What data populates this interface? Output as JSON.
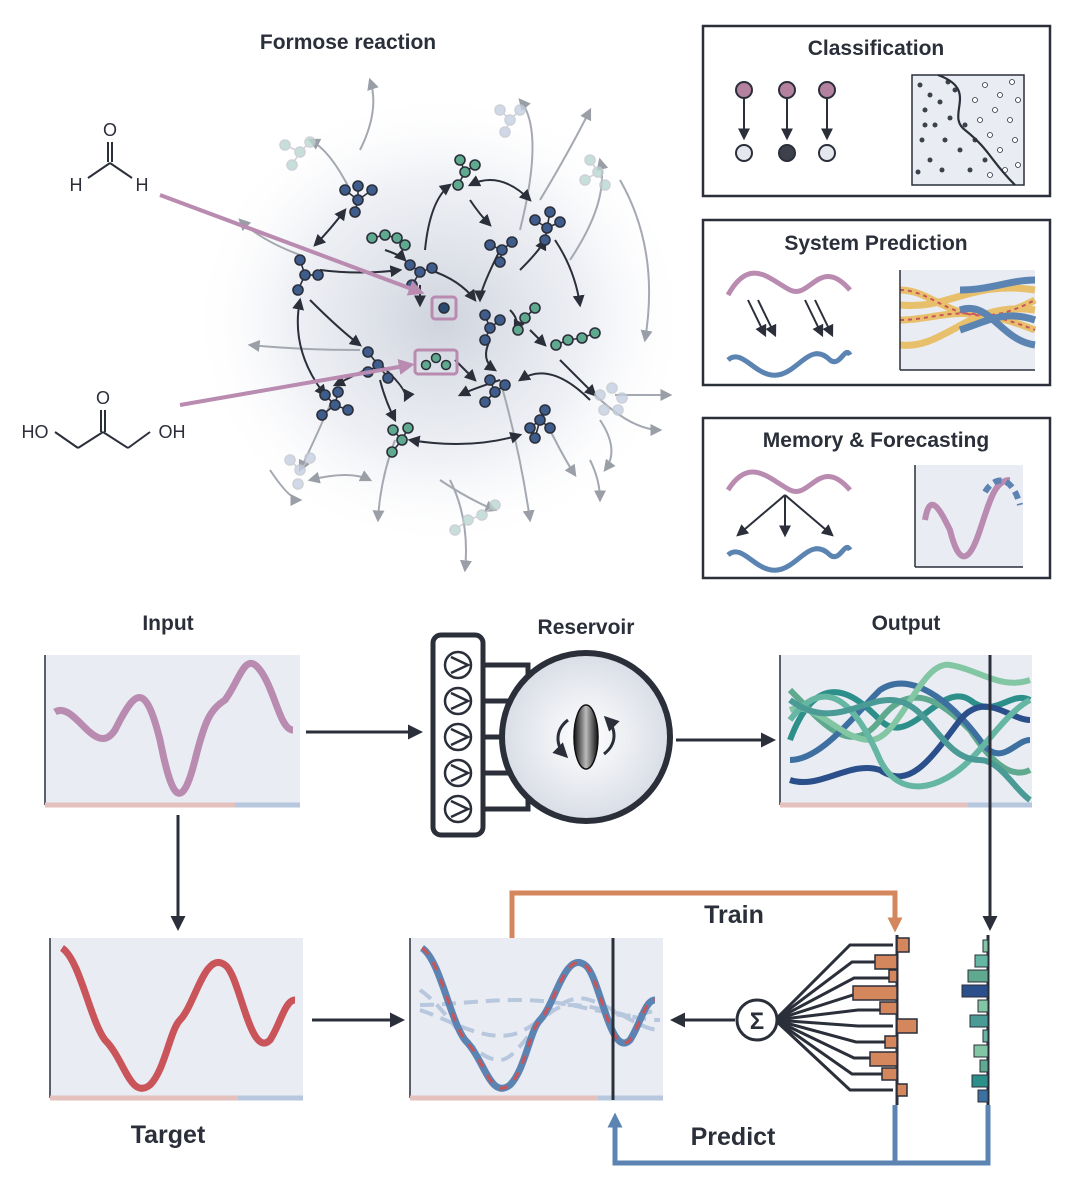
{
  "title": "Formose reaction",
  "molecules": {
    "formaldehyde": {
      "o": "O",
      "h_left": "H",
      "h_right": "H"
    },
    "dihydroxyacetone": {
      "o": "O",
      "ho_left": "HO",
      "oh_right": "OH"
    }
  },
  "tasks": {
    "classification": "Classification",
    "system_prediction": "System Prediction",
    "memory_forecasting": "Memory & Forecasting"
  },
  "pipeline": {
    "input": "Input",
    "reservoir": "Reservoir",
    "output": "Output",
    "target": "Target",
    "train": "Train",
    "predict": "Predict",
    "sum_symbol": "Σ"
  },
  "colors": {
    "input": "#b98bb0",
    "target": "#c9545a",
    "prediction": "#5b84b3",
    "train": "#d4865d",
    "predict": "#5b84b3",
    "panel_bg": "#e9ecf2",
    "dark": "#2b2f3a",
    "pink_node": "#b4819f"
  },
  "icons": {
    "reservoir_pumps": "pump-icon",
    "reservoir_vessel": "stir-bar-icon",
    "readout": "summation-icon"
  }
}
